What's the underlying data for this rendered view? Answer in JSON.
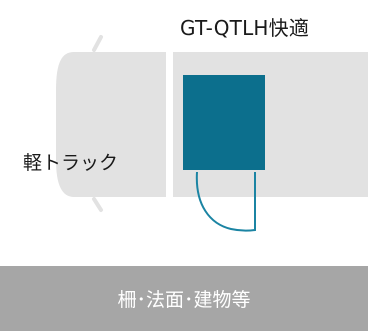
{
  "diagram": {
    "product_name": "GT-QTLH快適",
    "vehicle_label": "軽トラック",
    "obstacle_label": "柵･法面･建物等",
    "colors": {
      "truck_body": "#e2e2e2",
      "truck_outline": "#c4c4c4",
      "unit": "#0c6f8d",
      "door_swing": "#1b84a3",
      "obstacle": "#a6a6a6"
    }
  }
}
